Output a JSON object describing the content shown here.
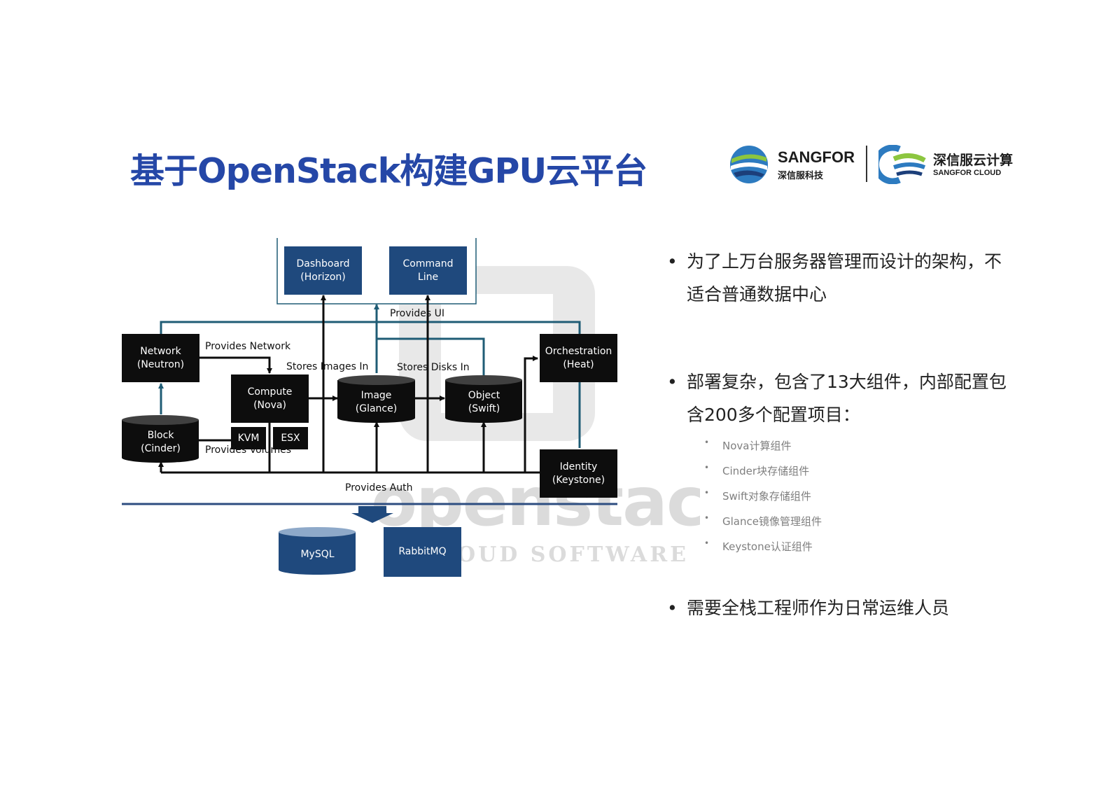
{
  "slide": {
    "title": "基于OpenStack构建GPU云平台"
  },
  "logo": {
    "sangfor_name": "SANGFOR",
    "sangfor_cn": "深信服科技",
    "cloud_cn": "深信服云计算",
    "cloud_en": "SANGFOR CLOUD"
  },
  "diagram": {
    "watermark": {
      "word": "openstack",
      "sub": "CLOUD SOFTWARE"
    },
    "nodes": {
      "dashboard": "Dashboard\n(Horizon)",
      "command_line": "Command\nLine",
      "network": "Network\n(Neutron)",
      "orchestration": "Orchestration\n(Heat)",
      "compute": "Compute\n(Nova)",
      "image": "Image\n(Glance)",
      "object": "Object\n(Swift)",
      "block": "Block\n(Cinder)",
      "kvm": "KVM",
      "esx": "ESX",
      "identity": "Identity\n(Keystone)",
      "mysql": "MySQL",
      "rabbitmq": "RabbitMQ"
    },
    "edge_labels": {
      "provides_ui": "Provides UI",
      "provides_network": "Provides Network",
      "stores_images": "Stores Images In",
      "stores_disks": "Stores Disks In",
      "provides_volumes": "Provides Volumes",
      "provides_auth": "Provides Auth"
    },
    "colors": {
      "teal_line": "#1f5c75",
      "black_line": "#0d0d0d",
      "navy_box": "#1f497d",
      "base_line": "#2d4d80"
    }
  },
  "bullets": {
    "items": [
      {
        "text": "为了上万台服务器管理而设计的架构，不适合普通数据中心"
      },
      {
        "text": "部署复杂，包含了13大组件，内部配置包含200多个配置项目："
      },
      {
        "text": "需要全栈工程师作为日常运维人员"
      }
    ],
    "sub_items": [
      "Nova计算组件",
      "Cinder块存储组件",
      "Swift对象存储组件",
      "Glance镜像管理组件",
      "Keystone认证组件"
    ],
    "bullet_char": "•"
  }
}
